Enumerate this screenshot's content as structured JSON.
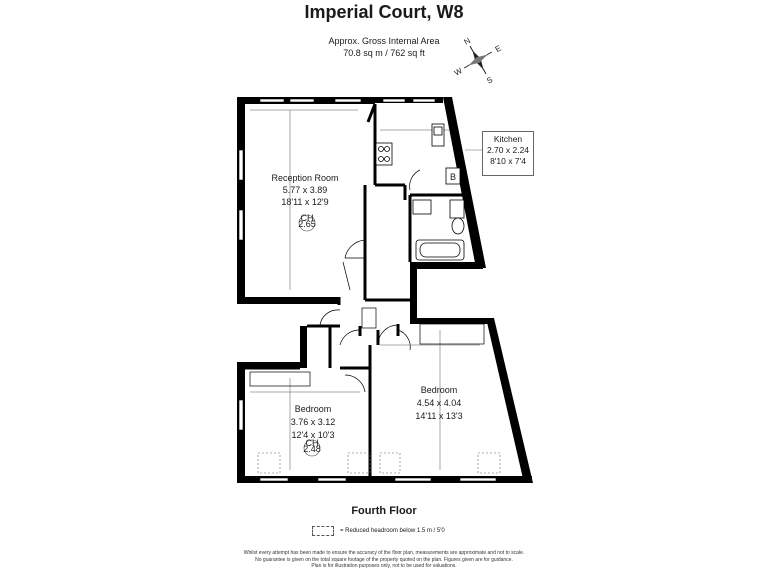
{
  "title": "Imperial Court, W8",
  "area": {
    "heading": "Approx. Gross Internal Area",
    "value": "70.8 sq m / 762 sq ft"
  },
  "compass_letters": [
    "N",
    "S",
    "E",
    "W"
  ],
  "rooms": {
    "reception": {
      "name": "Reception Room",
      "metric": "5.77 x 3.89",
      "imperial": "18'11 x 12'9"
    },
    "kitchen": {
      "name": "Kitchen",
      "metric": "2.70 x 2.24",
      "imperial": "8'10 x 7'4"
    },
    "bedroom1": {
      "name": "Bedroom",
      "metric": "4.54 x 4.04",
      "imperial": "14'11 x 13'3"
    },
    "bedroom2": {
      "name": "Bedroom",
      "metric": "3.76 x 3.12",
      "imperial": "12'4 x 10'3"
    }
  },
  "ceiling_heights": {
    "reception": {
      "label": "CH",
      "value": "2.65"
    },
    "bedroom2": {
      "label": "CH",
      "value": "2.48"
    }
  },
  "boiler_label": "B",
  "floor": "Fourth Floor",
  "legend": "= Reduced headroom below 1.5 m / 5'0",
  "disclaimer": [
    "Whilst every attempt has been made to ensure the accuracy of the floor plan, measurements are approximate and not to scale.",
    "No guarantee is given on the total square footage of the property quoted on the plan. Figures given are for guidance.",
    "Plan is for illustration purposes only, not to be used for valuations."
  ]
}
